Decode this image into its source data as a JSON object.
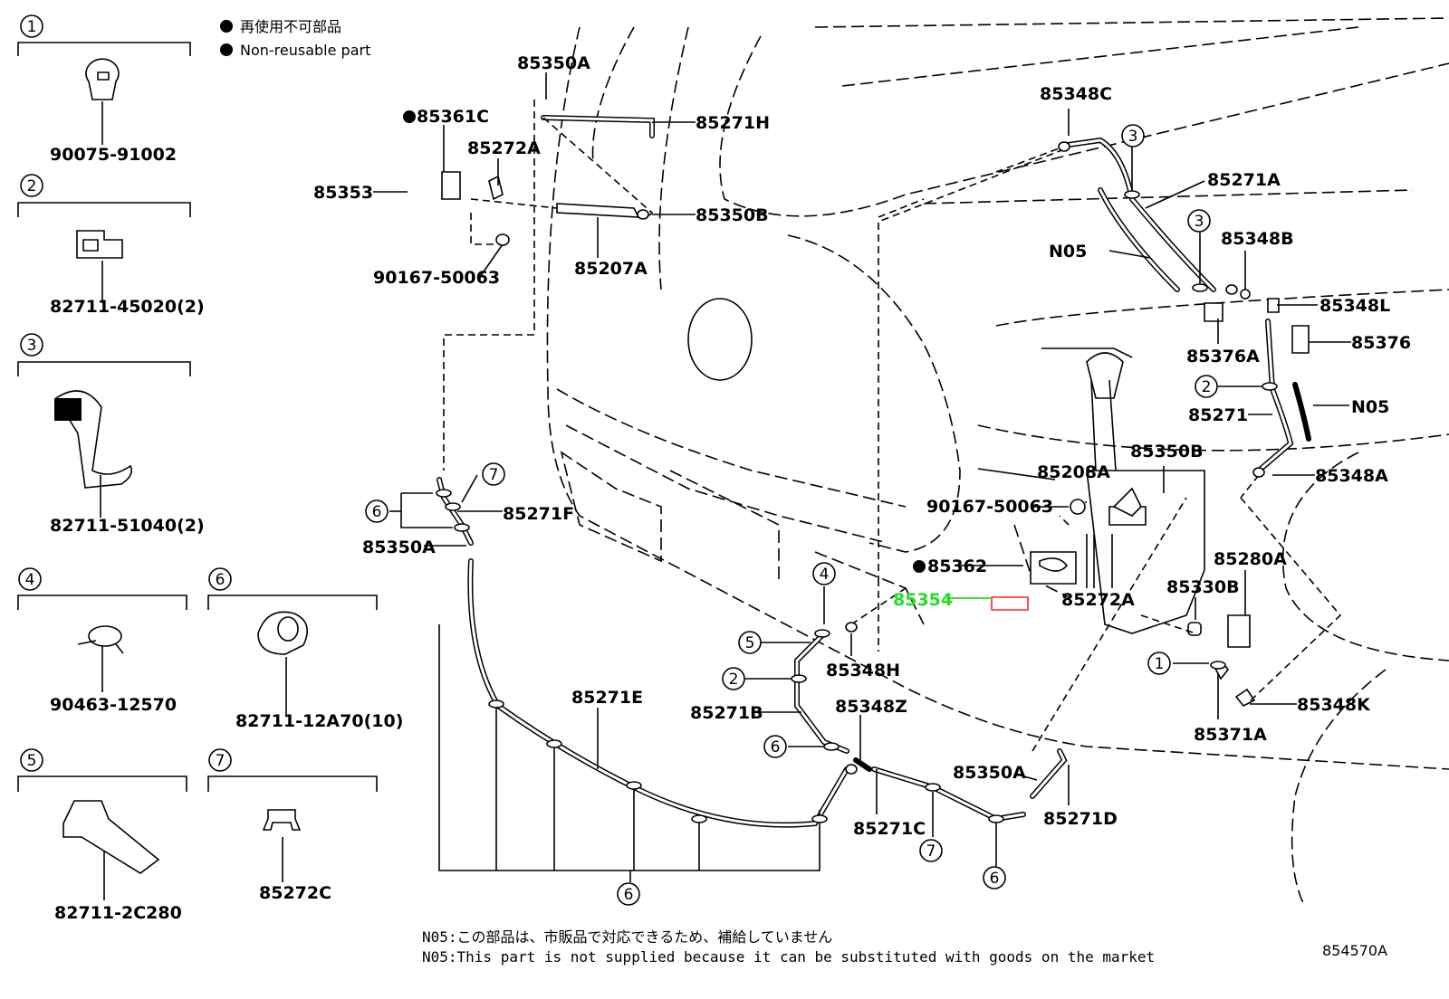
{
  "legend": {
    "jp": "再使用不可部品",
    "en": "Non-reusable part"
  },
  "clips": [
    {
      "num": "1",
      "part": "90075-91002"
    },
    {
      "num": "2",
      "part": "82711-45020(2)"
    },
    {
      "num": "3",
      "part": "82711-51040(2)"
    },
    {
      "num": "4",
      "part": "90463-12570"
    },
    {
      "num": "6",
      "part": "82711-12A70(10)"
    },
    {
      "num": "5",
      "part": "82711-2C280"
    },
    {
      "num": "7",
      "part": "85272C"
    }
  ],
  "labels": {
    "p85350A_top": "85350A",
    "p85361C": "85361C",
    "p85271H": "85271H",
    "p85272A_top": "85272A",
    "p85353": "85353",
    "p85350B_top": "85350B",
    "p90167_top": "90167-50063",
    "p85207A": "85207A",
    "p85348C": "85348C",
    "p85271A": "85271A",
    "pN05_top": "N05",
    "p85348B": "85348B",
    "p85348L": "85348L",
    "p85376A": "85376A",
    "p85376": "85376",
    "p85271": "85271",
    "pN05_mid": "N05",
    "p85348A": "85348A",
    "p85350B_mid": "85350B",
    "p85208A": "85208A",
    "p90167_mid": "90167-50063",
    "p85362": "85362",
    "p85354": "85354",
    "p85272A_mid": "85272A",
    "p85280A": "85280A",
    "p85330B": "85330B",
    "p85271F": "85271F",
    "p85350A_left": "85350A",
    "p85271E": "85271E",
    "p85348H": "85348H",
    "p85271B": "85271B",
    "p85348Z": "85348Z",
    "p85350A_bottom": "85350A",
    "p85271C": "85271C",
    "p85271D": "85271D",
    "p85371A": "85371A",
    "p85348K": "85348K"
  },
  "circles": {
    "c3a": "3",
    "c3b": "3",
    "c2a": "2",
    "c7a": "7",
    "c6a": "6",
    "c4a": "4",
    "c5a": "5",
    "c2b": "2",
    "c6b": "6",
    "c1a": "1",
    "c7b": "7",
    "c6c": "6",
    "c6d": "6"
  },
  "notes": {
    "jp": "N05:この部品は、市販品で対応できるため、補給していません",
    "en": "N05:This part is not supplied because it can be substituted with goods on the market"
  },
  "figure_id": "854570A",
  "colors": {
    "highlight": "#22dd22",
    "highlight_box": "#ff2222"
  }
}
